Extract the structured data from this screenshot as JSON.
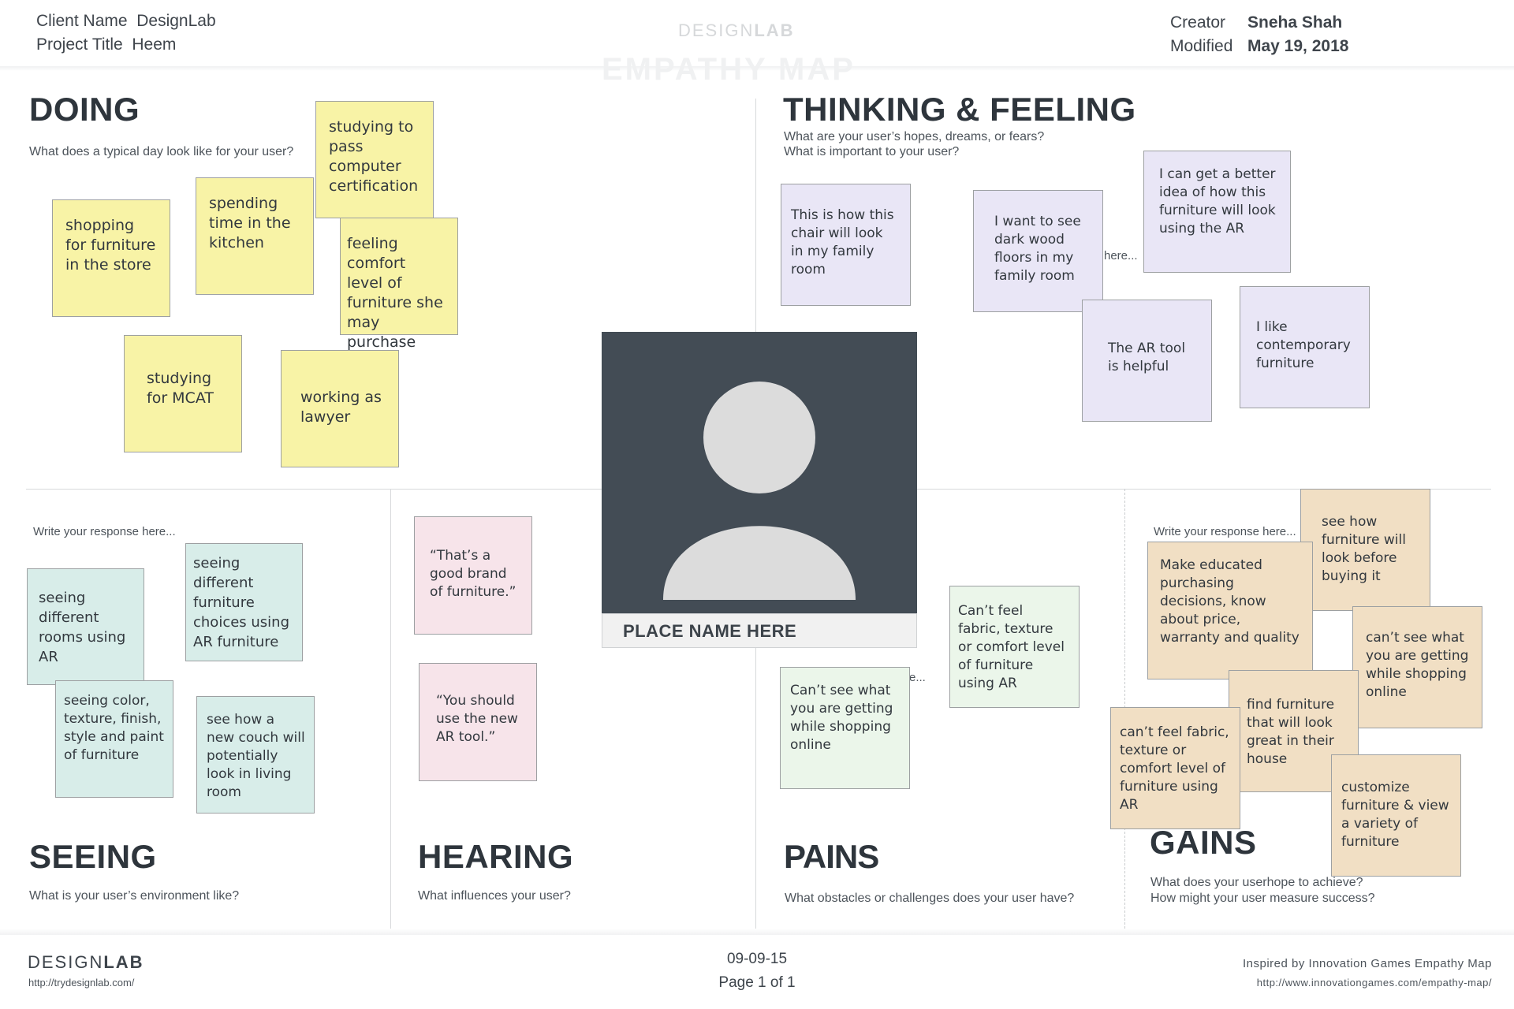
{
  "header": {
    "client_label": "Client Name",
    "client_value": "DesignLab",
    "project_label": "Project Title",
    "project_value": "Heem",
    "logo_light": "DESIGN",
    "logo_bold": "LAB",
    "watermark": "EMPATHY MAP",
    "creator_label": "Creator",
    "creator_value": "Sneha Shah",
    "modified_label": "Modified",
    "modified_value": "May 19, 2018"
  },
  "doing": {
    "title": "DOING",
    "subtitle": "What does a typical day look like for your user?",
    "notes": [
      "studying to pass computer certification",
      "spending time in the kitchen",
      "shopping for furniture in the store",
      "feeling comfort level of furniture she may purchase",
      "studying for MCAT",
      "working as lawyer"
    ]
  },
  "thinking": {
    "title": "THINKING & FEELING",
    "subtitle_1": "What are your user’s hopes, dreams, or fears?",
    "subtitle_2": "What is important to your user?",
    "notes": [
      "This is how this chair will look in my family room",
      "I want to see dark wood floors in my family room",
      "I can get a better idea of how this furniture will look using the AR",
      "The AR tool is helpful",
      "I like contemporary furniture"
    ],
    "stray_text": "here..."
  },
  "seeing": {
    "title": "SEEING",
    "subtitle": "What is your user’s environment like?",
    "prompt": "Write your response here...",
    "notes": [
      "seeing different rooms using AR",
      "seeing different furniture choices using AR furniture",
      "seeing color, texture, finish, style and paint of furniture",
      "see how a new couch will potentially look in living room"
    ]
  },
  "hearing": {
    "title": "HEARING",
    "subtitle": "What influences your user?",
    "notes": [
      "“That’s a good brand of furniture.”",
      "“You should use the new AR tool.”"
    ]
  },
  "pains": {
    "title": "PAINS",
    "subtitle": "What obstacles or challenges does your user have?",
    "stray_text": "e...",
    "notes": [
      "Can’t feel fabric, texture or comfort level of furniture using AR",
      "Can’t see what you are getting while shopping online"
    ]
  },
  "gains": {
    "title": "GAINS",
    "subtitle_1": "What does your userhope to achieve?",
    "subtitle_2": "How might your user measure success?",
    "prompt": "Write your response here...",
    "notes": [
      "see how furniture will look before buying it",
      "Make educated purchasing decisions, know about price, warranty and quality",
      "can’t see what you are getting while shopping online",
      "find furniture that will look great in their house",
      "can’t feel fabric, texture or comfort level of furniture using AR",
      "customize furniture & view a variety of furniture"
    ]
  },
  "persona": {
    "name_placeholder": "PLACE NAME HERE"
  },
  "footer": {
    "logo_light": "DESIGN",
    "logo_bold": "LAB",
    "url_left": "http://trydesignlab.com/",
    "date": "09-09-15",
    "page": "Page 1 of 1",
    "credit": "Inspired by Innovation Games Empathy Map",
    "url_right": "http://www.innovationgames.com/empathy-map/"
  },
  "colors": {
    "yellow_note": "#f8f3a6",
    "lavender_note": "#e9e6f6",
    "teal_note": "#d8ede9",
    "pink_note": "#f7e4ea",
    "green_note": "#ebf6ea",
    "tan_note": "#f1dfc4",
    "persona_bg": "#434c55"
  }
}
